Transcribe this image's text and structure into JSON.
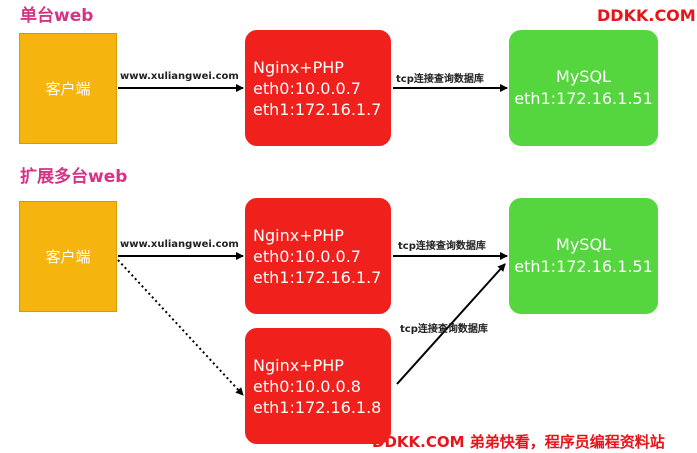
{
  "top": {
    "title": "单台web",
    "client": "客户端",
    "link": "www.xuliangwei.com",
    "server": {
      "line1": "Nginx+PHP",
      "line2": "eth0:10.0.0.7",
      "line3": "eth1:172.16.1.7"
    },
    "tcp": "tcp连接查询数据库",
    "db": {
      "line1": "MySQL",
      "line2": "eth1:172.16.1.51"
    }
  },
  "bottom": {
    "title": "扩展多台web",
    "client": "客户端",
    "link": "www.xuliangwei.com",
    "server1": {
      "line1": "Nginx+PHP",
      "line2": "eth0:10.0.0.7",
      "line3": "eth1:172.16.1.7"
    },
    "server2": {
      "line1": "Nginx+PHP",
      "line2": "eth0:10.0.0.8",
      "line3": "eth1:172.16.1.8"
    },
    "tcp1": "tcp连接查询数据库",
    "tcp2": "tcp连接查询数据库",
    "db": {
      "line1": "MySQL",
      "line2": "eth1:172.16.1.51"
    }
  },
  "watermark_top": "DDKK.COM",
  "watermark_bottom": "DDKK.COM 弟弟快看，程序员编程资料站",
  "colors": {
    "title": "#d63384",
    "client": "#f6b40e",
    "server": "#f0201d",
    "db": "#55d63e",
    "watermark": "#e8141a"
  }
}
